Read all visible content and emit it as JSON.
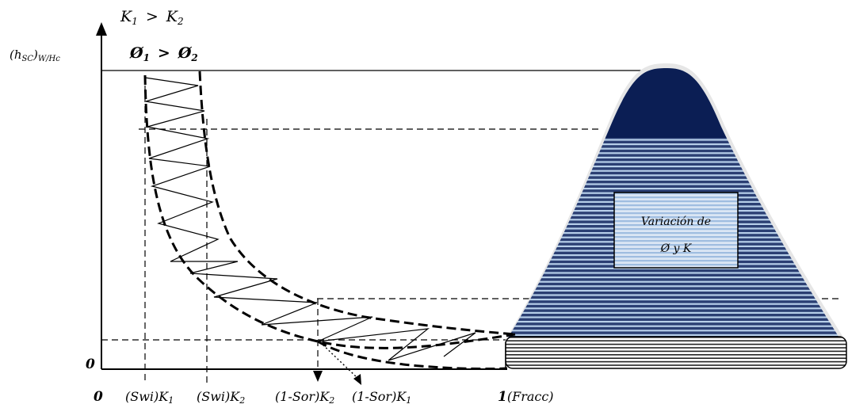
{
  "top": {
    "k_relation": {
      "a": "K",
      "a_sub": "1",
      "op": ">",
      "b": "K",
      "b_sub": "2"
    },
    "phi_relation": {
      "a": "Ø",
      "a_sub": "1",
      "op": ">",
      "b": "Ø",
      "b_sub": "2"
    }
  },
  "axes": {
    "y_label": {
      "base": "(h",
      "sub1": "SC",
      "close": ")",
      "sub2": "W/Hc"
    },
    "origin_y": "0",
    "origin_x": "0"
  },
  "x_ticks": [
    {
      "pre": "(Swi)K",
      "sub": "1"
    },
    {
      "pre": "(Swi)K",
      "sub": "2"
    },
    {
      "pre": "(1-Sor)K",
      "sub": "2"
    },
    {
      "pre": "(1-Sor)K",
      "sub": "1"
    }
  ],
  "x_end": {
    "bold": "1",
    "rest": "(Fracc)"
  },
  "box": {
    "line1": "Variación de",
    "line2": "Ø y K"
  },
  "colors": {
    "dark_navy": "#0b1e54",
    "stripe_navy": "#2b3f73",
    "light_blue": "#b7cfe9",
    "halo": "#e6e6e6"
  }
}
